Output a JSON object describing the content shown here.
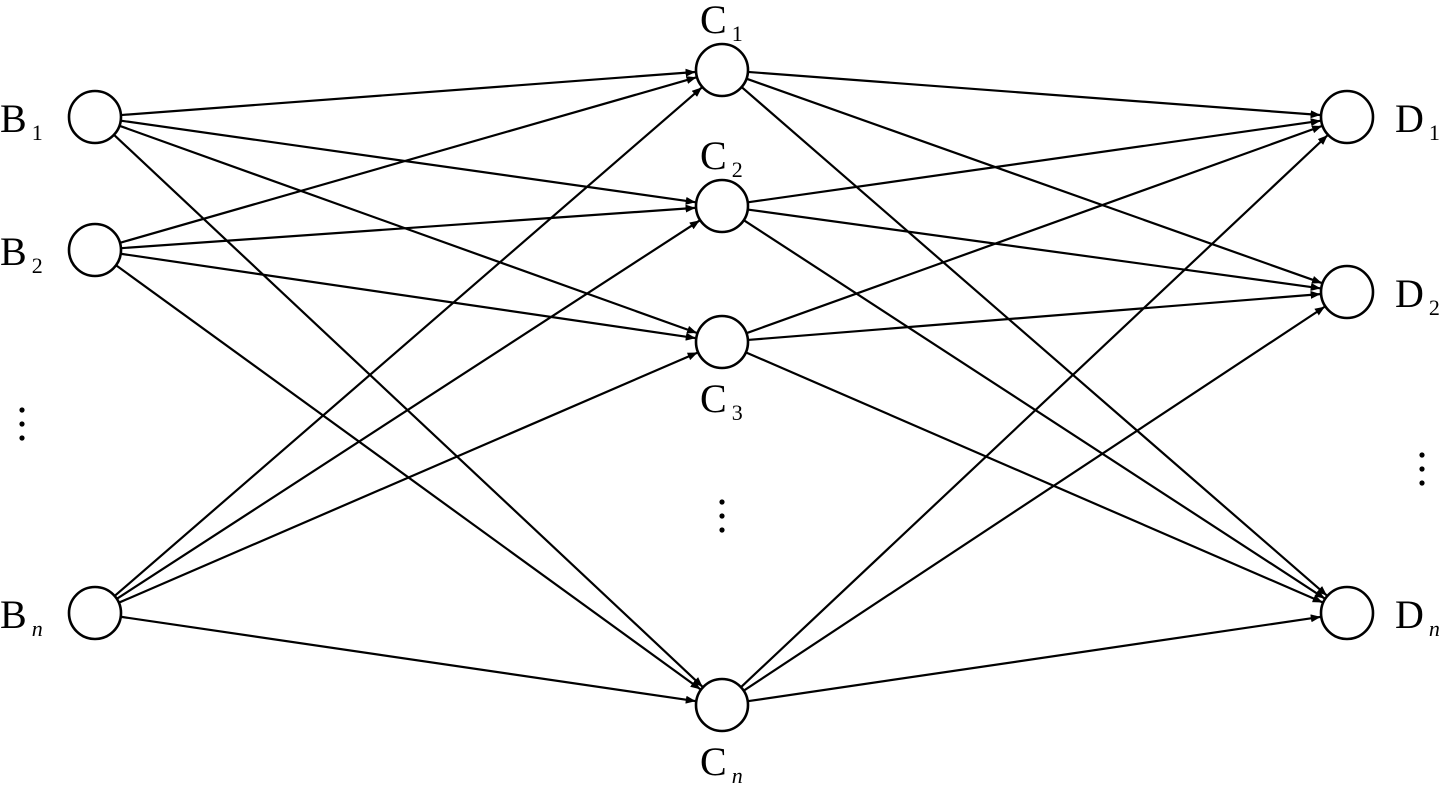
{
  "diagram": {
    "layers": {
      "B": [
        {
          "id": "B1",
          "main": "B",
          "sub": "1",
          "italic": false
        },
        {
          "id": "B2",
          "main": "B",
          "sub": "2",
          "italic": false
        },
        {
          "id": "Bn",
          "main": "B",
          "sub": "n",
          "italic": true
        }
      ],
      "C": [
        {
          "id": "C1",
          "main": "C",
          "sub": "1",
          "italic": false
        },
        {
          "id": "C2",
          "main": "C",
          "sub": "2",
          "italic": false
        },
        {
          "id": "C3",
          "main": "C",
          "sub": "3",
          "italic": false
        },
        {
          "id": "Cn",
          "main": "C",
          "sub": "n",
          "italic": true
        }
      ],
      "D": [
        {
          "id": "D1",
          "main": "D",
          "sub": "1",
          "italic": false
        },
        {
          "id": "D2",
          "main": "D",
          "sub": "2",
          "italic": false
        },
        {
          "id": "Dn",
          "main": "D",
          "sub": "n",
          "italic": true
        }
      ]
    },
    "connections": [
      [
        "B1",
        "C1"
      ],
      [
        "B1",
        "C2"
      ],
      [
        "B1",
        "C3"
      ],
      [
        "B1",
        "Cn"
      ],
      [
        "B2",
        "C1"
      ],
      [
        "B2",
        "C2"
      ],
      [
        "B2",
        "C3"
      ],
      [
        "B2",
        "Cn"
      ],
      [
        "Bn",
        "C1"
      ],
      [
        "Bn",
        "C2"
      ],
      [
        "Bn",
        "C3"
      ],
      [
        "Bn",
        "Cn"
      ],
      [
        "C1",
        "D1"
      ],
      [
        "C1",
        "D2"
      ],
      [
        "C1",
        "Dn"
      ],
      [
        "C2",
        "D1"
      ],
      [
        "C2",
        "D2"
      ],
      [
        "C2",
        "Dn"
      ],
      [
        "C3",
        "D1"
      ],
      [
        "C3",
        "D2"
      ],
      [
        "C3",
        "Dn"
      ],
      [
        "Cn",
        "D1"
      ],
      [
        "Cn",
        "D2"
      ],
      [
        "Cn",
        "Dn"
      ]
    ],
    "ellipsis": [
      "B",
      "C",
      "D"
    ]
  }
}
